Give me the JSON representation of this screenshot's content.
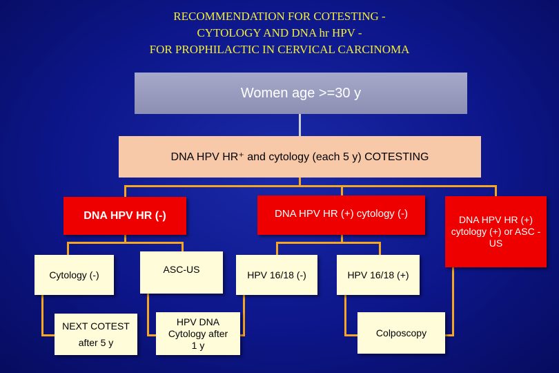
{
  "title": {
    "line1": "RECOMMENDATION FOR COTESTING -",
    "line2": "CYTOLOGY AND DNA hr HPV -",
    "line3": "FOR PROPHILACTIC IN CERVICAL CARCINOMA"
  },
  "nodes": {
    "women_age": "Women age >=30 y",
    "cotesting": "DNA HPV HR⁺ and cytology (each 5 y) COTESTING",
    "hpv_negative": "DNA HPV HR (-)",
    "hpv_positive_cyto_negative": "DNA HPV HR (+) cytology (-)",
    "hpv_positive_cyto_positive": "DNA HPV HR (+) cytology (+) or ASC -US",
    "cytology_negative": "Cytology (-)",
    "asc_us": "ASC-US",
    "hpv1618_negative": "HPV 16/18 (-)",
    "hpv1618_positive": "HPV 16/18 (+)",
    "next_cotest_line1": "NEXT COTEST",
    "next_cotest_line2": "after 5 y",
    "hpv_dna_cytology_line1": "HPV DNA",
    "hpv_dna_cytology_line2": "Cytology after",
    "hpv_dna_cytology_line3": "1 y",
    "colposcopy": "Colposcopy"
  },
  "colors": {
    "background": "#0d168a",
    "title": "#f2ee3a",
    "connector": "#f5a623",
    "red_box": "#ee0000",
    "cream_box": "#fffcd9",
    "peach_box": "#f7c9a9",
    "grey_box": "#9a9dbf"
  }
}
